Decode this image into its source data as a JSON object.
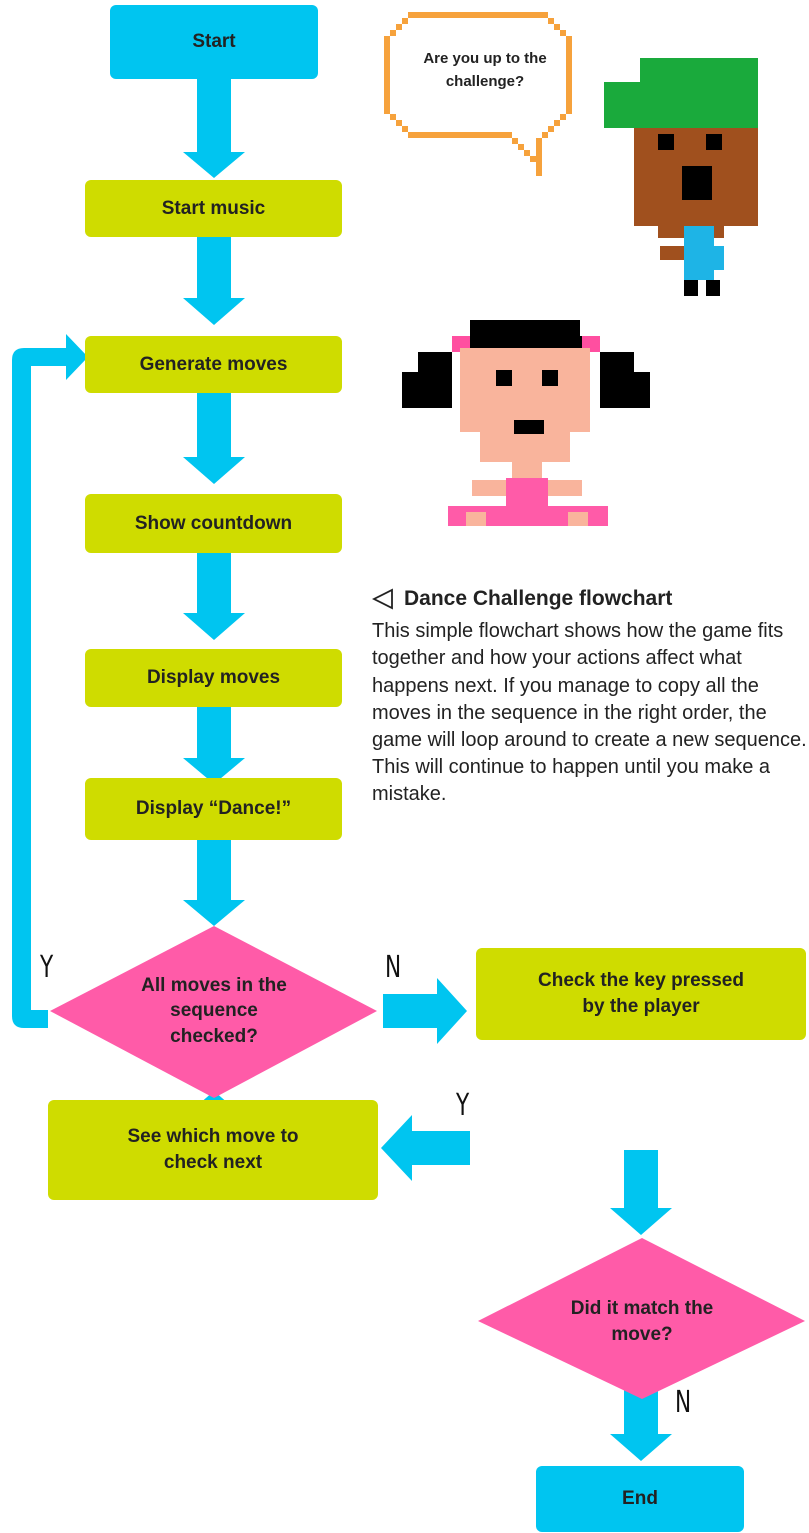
{
  "speech": "Are you up to the challenge?",
  "nodes": {
    "start": "Start",
    "start_music": "Start music",
    "generate_moves": "Generate moves",
    "show_countdown": "Show countdown",
    "display_moves": "Display moves",
    "display_dance": "Display “Dance!”",
    "all_checked": "All moves in the sequence checked?",
    "check_key": "Check the key pressed by the player",
    "did_match": "Did it match the move?",
    "see_next": "See which move to check next",
    "end": "End"
  },
  "branch_labels": {
    "all_checked_yes": "Y",
    "all_checked_no": "N",
    "did_match_yes": "Y",
    "did_match_no": "N"
  },
  "caption": {
    "title": "Dance Challenge flowchart",
    "body": "This simple flowchart shows how the game fits together and how your actions affect what happens next. If you manage to copy all the moves in the sequence in the right order, the game will loop around to create a new sequence. This will continue to happen until you make a mistake."
  },
  "colors": {
    "terminal": "#00c5f0",
    "process": "#cfdc00",
    "decision": "#ff5ba8",
    "arrow": "#00c5f0",
    "speech_border": "#f6a23c"
  },
  "icons": [
    "left-triangle-icon",
    "boy-character-icon",
    "girl-character-icon",
    "speech-bubble-icon"
  ]
}
